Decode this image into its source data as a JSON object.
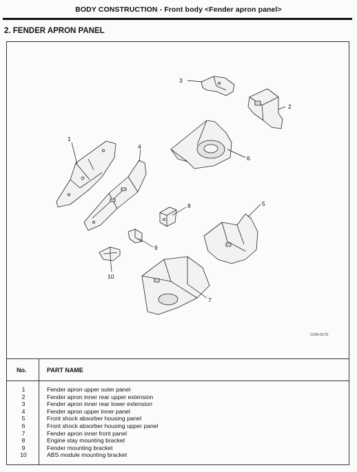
{
  "header": {
    "title": "BODY CONSTRUCTION - Front body <Fender apron panel>"
  },
  "section": {
    "title": "2. FENDER APRON PANEL"
  },
  "diagram": {
    "code": "CON-0170",
    "callouts": [
      "1",
      "2",
      "3",
      "4",
      "5",
      "6",
      "7",
      "8",
      "9",
      "10"
    ]
  },
  "table": {
    "col_no": "No.",
    "col_name": "PART NAME",
    "rows": [
      {
        "no": "1",
        "name": "Fender apron upper outer panel"
      },
      {
        "no": "2",
        "name": "Fender apron inner rear upper extension"
      },
      {
        "no": "3",
        "name": "Fender apron inner rear lower extension"
      },
      {
        "no": "4",
        "name": "Fender apron upper inner panel"
      },
      {
        "no": "5",
        "name": "Front shock absorber housing panel"
      },
      {
        "no": "6",
        "name": "Front shock absorber housing upper panel"
      },
      {
        "no": "7",
        "name": "Fender apron inner front panel"
      },
      {
        "no": "8",
        "name": "Engine stay mounting bracket"
      },
      {
        "no": "9",
        "name": "Fender mounting bracket"
      },
      {
        "no": "10",
        "name": "ABS module mounting bracket"
      }
    ]
  }
}
